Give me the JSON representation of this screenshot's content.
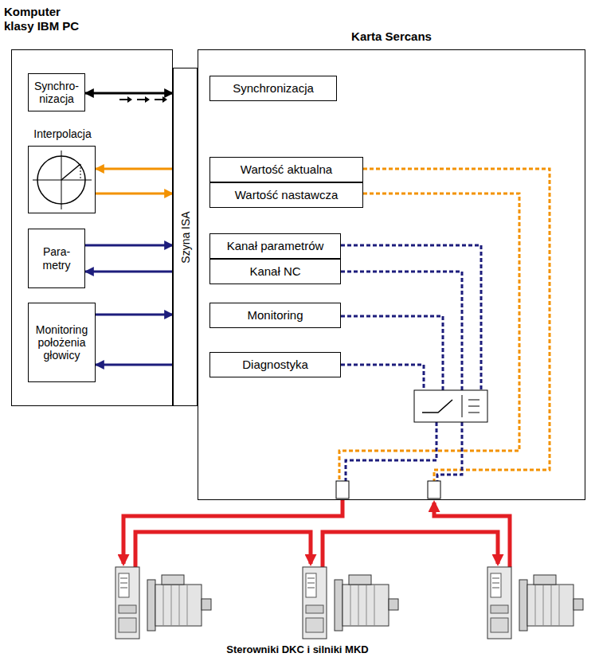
{
  "diagram": {
    "nodes": [
      {
        "text": [
          "Komputer klasy IBM PC"
        ]
      },
      {
        "text": [
          "Synchro- nizacja"
        ],
        "in": 0
      },
      {
        "text": [
          "Interpolacja"
        ],
        "in": 0
      },
      {
        "text": [
          "Para- metry"
        ],
        "in": 0
      },
      {
        "text": [
          "Monitoring położenia głowicy"
        ],
        "in": 0
      },
      {
        "text": [
          "Szyna ISA"
        ]
      },
      {
        "text": [
          "Karta Sercans"
        ]
      },
      {
        "text": [
          "Synchronizacja"
        ],
        "in": 6
      },
      {
        "text": [
          "Wartość aktualna"
        ],
        "in": 6
      },
      {
        "text": [
          "Wartość nastawcza"
        ],
        "in": 6
      },
      {
        "text": [
          "Kanał parametrów"
        ],
        "in": 6
      },
      {
        "text": [
          "Kanał NC"
        ],
        "in": 6
      },
      {
        "text": [
          "Monitoring"
        ],
        "in": 6
      },
      {
        "text": [
          "Diagnostyka"
        ],
        "in": 6
      }
    ],
    "edges": [
      {
        "from": 1,
        "to": 5,
        "arrow": "both"
      },
      {
        "from": 5,
        "to": 2,
        "arrow": "to"
      },
      {
        "from": 2,
        "to": 5,
        "arrow": "to"
      },
      {
        "from": 3,
        "to": 5,
        "arrow": "to"
      },
      {
        "from": 5,
        "to": 3,
        "arrow": "to"
      },
      {
        "from": 4,
        "to": 5,
        "arrow": "to"
      },
      {
        "from": 5,
        "to": 4,
        "arrow": "to"
      }
    ],
    "labels": [
      "Sterowniki DKC i silniki MKD"
    ]
  }
}
